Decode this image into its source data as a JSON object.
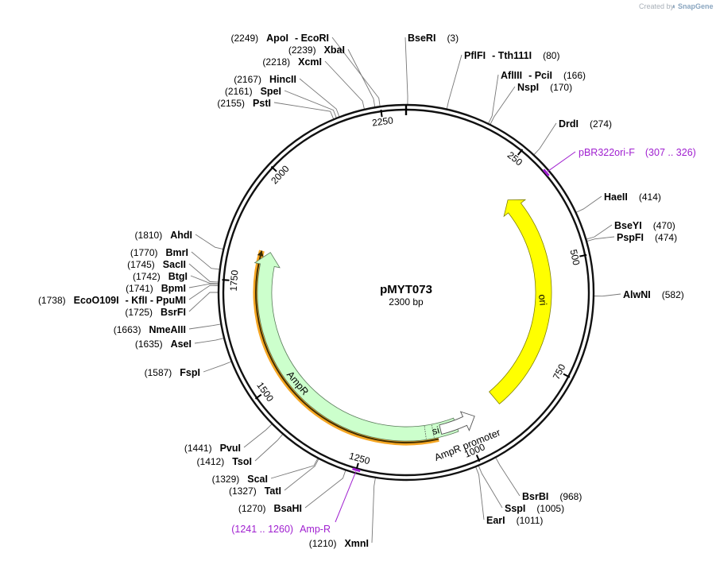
{
  "credit": {
    "prefix": "Created by",
    "brand": "SnapGene"
  },
  "plasmid": {
    "name": "pMYT073",
    "length_label": "2300 bp",
    "length": 2300
  },
  "tick_labels": [
    "250",
    "500",
    "750",
    "1000",
    "1250",
    "1500",
    "1750",
    "2000",
    "2250"
  ],
  "features": [
    {
      "name": "ori",
      "label": "ori",
      "color": "#ffff00",
      "stroke": "#808000"
    },
    {
      "name": "ampr",
      "label": "AmpR",
      "color": "#ccffcc",
      "stroke": "#5a7a5a"
    },
    {
      "name": "ampr-promoter",
      "label": "AmpR promoter",
      "color": "#ffffff",
      "stroke": "#555555"
    },
    {
      "name": "signal",
      "label": "si...",
      "color": "#ccffcc",
      "stroke": "#5a7a5a"
    }
  ],
  "orange_track_color": "#f5a623",
  "primers": [
    {
      "name": "pBR322ori-F",
      "range": "(307 .. 326)"
    },
    {
      "name": "Amp-R",
      "range": "(1241 .. 1260)"
    }
  ],
  "enzymes": [
    {
      "name": "BseRI",
      "pos": "(3)"
    },
    {
      "name": "PflFI",
      "extra": "-  Tth111I",
      "pos": "(80)"
    },
    {
      "name": "AflIII",
      "extra": "-  PciI",
      "pos": "(166)"
    },
    {
      "name": "NspI",
      "pos": "(170)"
    },
    {
      "name": "DrdI",
      "pos": "(274)"
    },
    {
      "name": "HaeII",
      "pos": "(414)"
    },
    {
      "name": "BseYI",
      "pos": "(470)"
    },
    {
      "name": "PspFI",
      "pos": "(474)"
    },
    {
      "name": "AlwNI",
      "pos": "(582)"
    },
    {
      "name": "BsrBI",
      "pos": "(968)"
    },
    {
      "name": "SspI",
      "pos": "(1005)"
    },
    {
      "name": "EarI",
      "pos": "(1011)"
    },
    {
      "name": "XmnI",
      "pos": "(1210)"
    },
    {
      "name": "BsaHI",
      "pos": "(1270)"
    },
    {
      "name": "TatI",
      "pos": "(1327)"
    },
    {
      "name": "ScaI",
      "pos": "(1329)"
    },
    {
      "name": "TsoI",
      "pos": "(1412)"
    },
    {
      "name": "PvuI",
      "pos": "(1441)"
    },
    {
      "name": "FspI",
      "pos": "(1587)"
    },
    {
      "name": "AseI",
      "pos": "(1635)"
    },
    {
      "name": "NmeAIII",
      "pos": "(1663)"
    },
    {
      "name": "BsrFI",
      "pos": "(1725)"
    },
    {
      "name": "EcoO109I",
      "extra": "-  KflI  -  PpuMI",
      "pos": "(1738)"
    },
    {
      "name": "BpmI",
      "pos": "(1741)"
    },
    {
      "name": "BtgI",
      "pos": "(1742)"
    },
    {
      "name": "SacII",
      "pos": "(1745)"
    },
    {
      "name": "BmrI",
      "pos": "(1770)"
    },
    {
      "name": "AhdI",
      "pos": "(1810)"
    },
    {
      "name": "PstI",
      "pos": "(2155)"
    },
    {
      "name": "SpeI",
      "pos": "(2161)"
    },
    {
      "name": "HincII",
      "pos": "(2167)"
    },
    {
      "name": "XcmI",
      "pos": "(2218)"
    },
    {
      "name": "XbaI",
      "pos": "(2239)"
    },
    {
      "name": "ApoI",
      "extra": "-  EcoRI",
      "pos": "(2249)"
    }
  ]
}
